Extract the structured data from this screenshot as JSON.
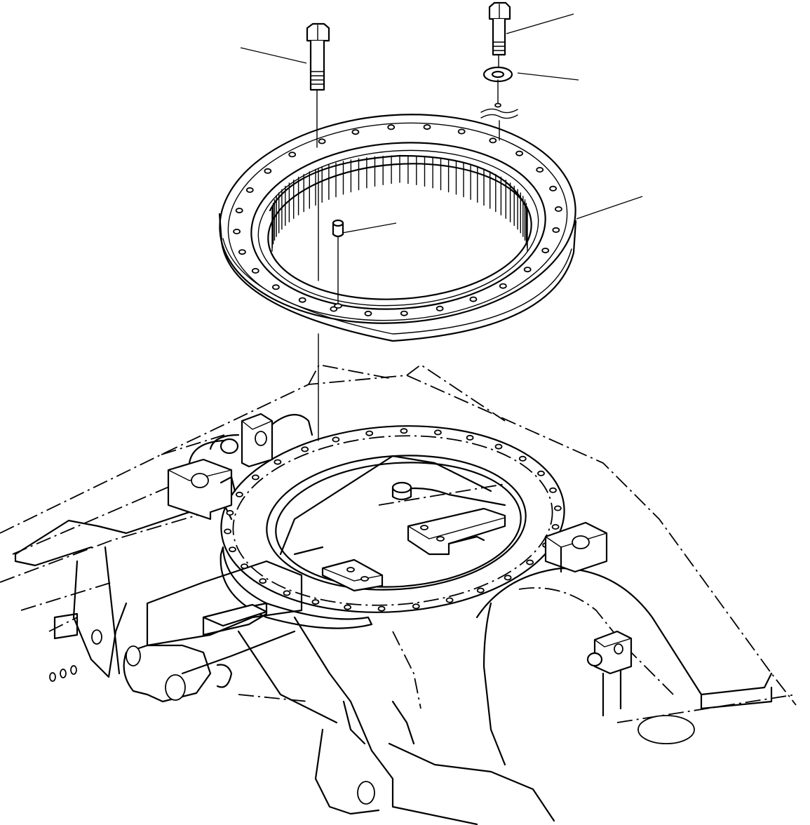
{
  "diagram": {
    "parts": [
      {
        "id": "left-bolt",
        "icon": "hex-bolt-icon"
      },
      {
        "id": "right-bolt",
        "icon": "hex-bolt-icon"
      },
      {
        "id": "washer",
        "icon": "washer-icon"
      },
      {
        "id": "swing-circle",
        "icon": "bearing-ring-icon"
      },
      {
        "id": "dowel-pin",
        "icon": "pin-icon"
      },
      {
        "id": "revolving-frame",
        "icon": "frame-icon"
      }
    ],
    "callout_labels": []
  }
}
